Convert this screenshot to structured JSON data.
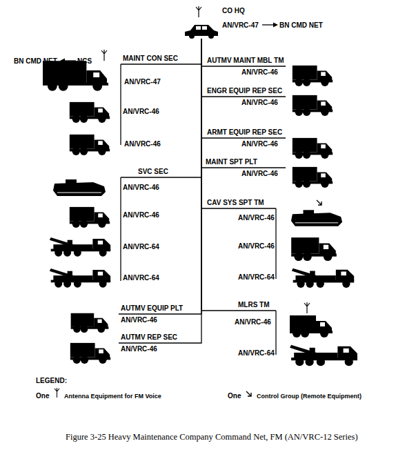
{
  "diagram": {
    "caption": "Figure 3-25 Heavy Maintenance Company Command Net, FM (AN/VRC-12 Series)",
    "nodes": [
      {
        "text": [
          "CO HQ",
          "AN/VRC-47"
        ]
      },
      {
        "text": [
          "MAINT CON SEC",
          "AN/VRC-47",
          "AN/VRC-46",
          "AN/VRC-46"
        ]
      },
      {
        "text": [
          "AUTMV MAINT MBL TM",
          "AN/VRC-46"
        ]
      },
      {
        "text": [
          "ENGR EQUIP REP SEC",
          "AN/VRC-46"
        ]
      },
      {
        "text": [
          "ARMT EQUIP REP SEC",
          "AN/VRC-46"
        ]
      },
      {
        "text": [
          "MAINT SPT PLT",
          "AN/VRC-46"
        ]
      },
      {
        "text": [
          "SVC SEC",
          "AN/VRC-46",
          "AN/VRC-46",
          "AN/VRC-64",
          "AN/VRC-64"
        ]
      },
      {
        "text": [
          "CAV SYS SPT TM",
          "AN/VRC-46",
          "AN/VRC-46",
          "AN/VRC-64"
        ]
      },
      {
        "text": [
          "MLRS TM",
          "AN/VRC-46",
          "AN/VRC-64"
        ]
      },
      {
        "text": [
          "AUTMV EQUIP PLT",
          "AN/VRC-46"
        ]
      },
      {
        "text": [
          "AUTMV REP SEC",
          "AN/VRC-46"
        ]
      }
    ],
    "edges": [
      {
        "from": 0,
        "to": 1,
        "arrow": "none"
      },
      {
        "from": 0,
        "to": 2,
        "arrow": "none"
      },
      {
        "from": 0,
        "to": 3,
        "arrow": "none"
      },
      {
        "from": 0,
        "to": 4,
        "arrow": "none"
      },
      {
        "from": 0,
        "to": 5,
        "arrow": "none"
      },
      {
        "from": 0,
        "to": 6,
        "arrow": "none"
      },
      {
        "from": 0,
        "to": 7,
        "arrow": "none"
      },
      {
        "from": 0,
        "to": 8,
        "arrow": "none"
      },
      {
        "from": 0,
        "to": 9,
        "arrow": "none"
      },
      {
        "from": 0,
        "to": 10,
        "arrow": "none"
      }
    ],
    "labels": [
      "BN CMD NET",
      "BN CMD NET",
      "NCS",
      "LEGEND:",
      "One",
      "One"
    ],
    "legend": [
      {
        "text": "Antenna Equipment for FM Voice"
      },
      {
        "text": "Control Group (Remote Equipment)"
      }
    ]
  }
}
